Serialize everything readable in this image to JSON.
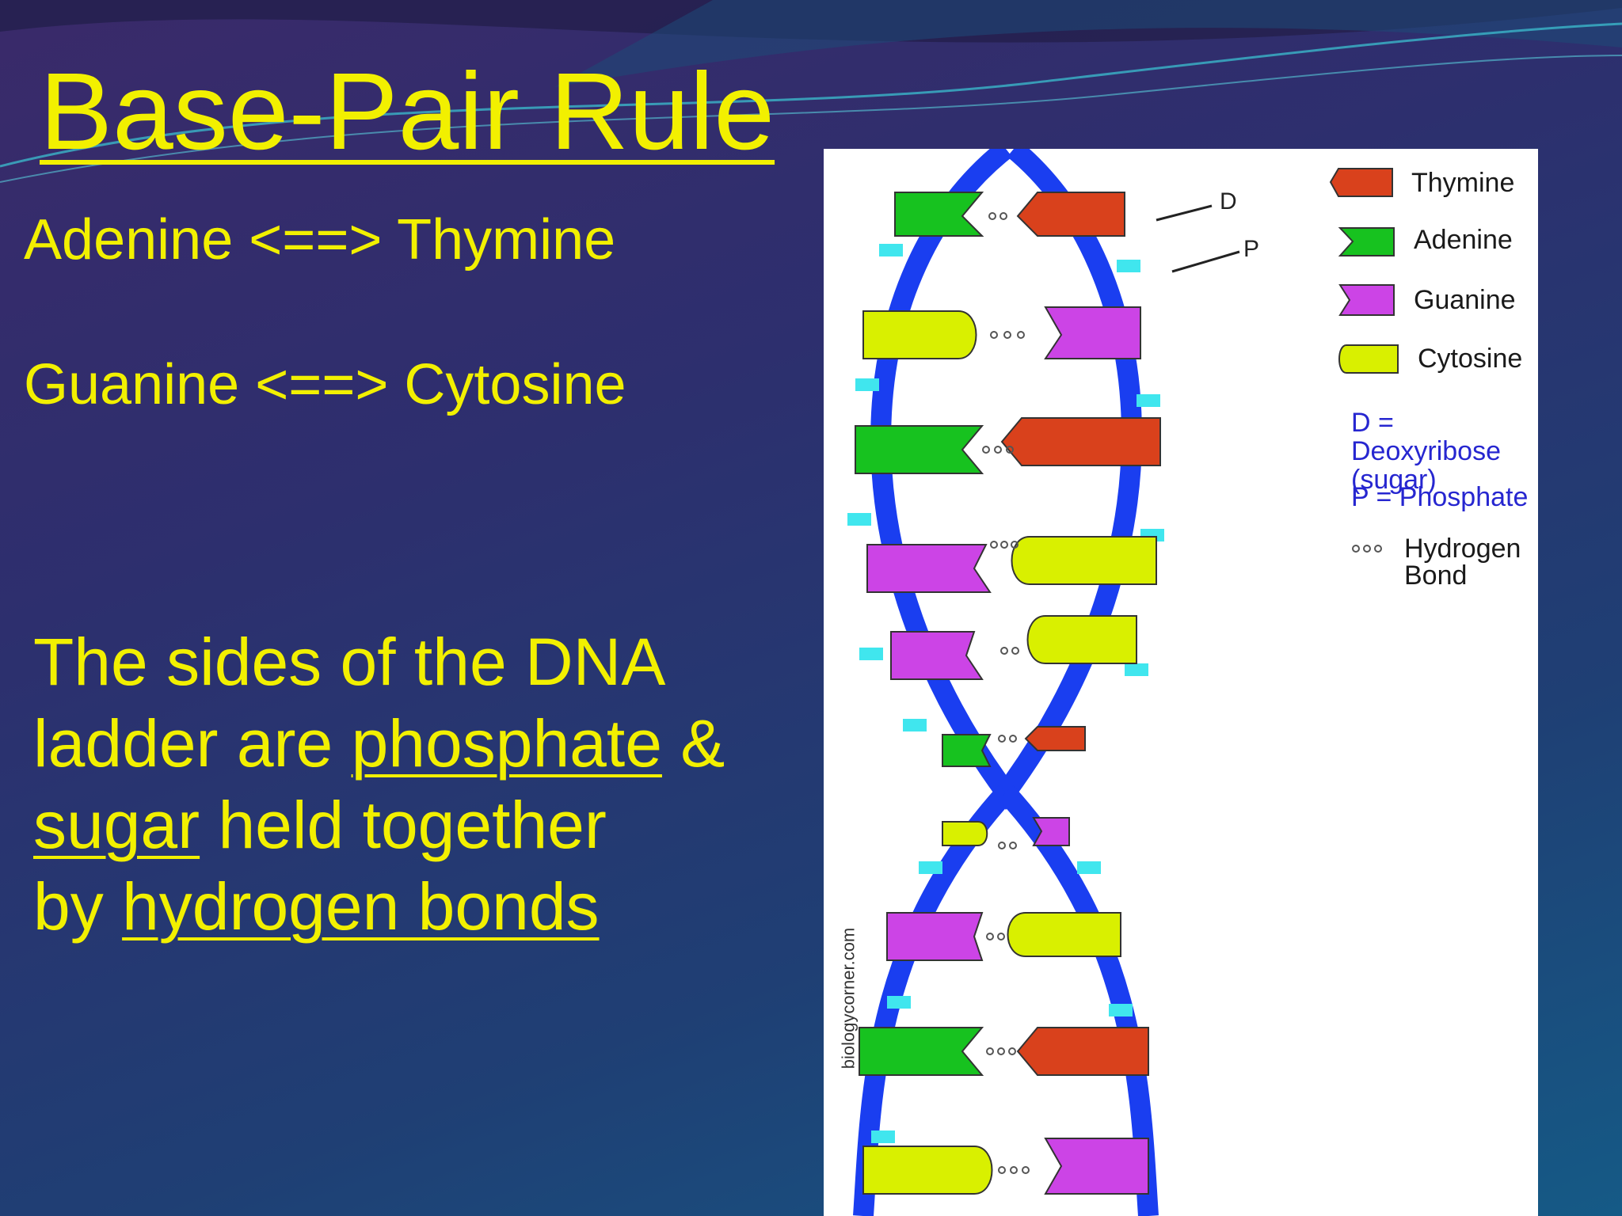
{
  "slide": {
    "title": "Base-Pair Rule",
    "pair1": "Adenine <==> Thymine",
    "pair2": "Guanine <==> Cytosine",
    "body": {
      "t1": "The sides of the DNA",
      "t2": "ladder are ",
      "phosphate": "phosphate",
      "t3": " &",
      "sugar": "sugar",
      "t4": " held together",
      "t5": "by  ",
      "hbonds": "hydrogen bonds"
    }
  },
  "figure": {
    "label_d": "D",
    "label_p": "P",
    "credit": "biologycorner.com",
    "legend": {
      "thymine": "Thymine",
      "adenine": "Adenine",
      "guanine": "Guanine",
      "cytosine": "Cytosine",
      "d_line1": "D = Deoxyribose",
      "d_line2": "(sugar)",
      "p": "P = Phosphate",
      "hb_line1": "Hydrogen",
      "hb_line2": "Bond"
    },
    "colors": {
      "thymine": "#d9411c",
      "adenine": "#17c21f",
      "guanine": "#cc44e6",
      "cytosine": "#d9f000",
      "backbone": "#1a3ef0",
      "phosphate": "#40e6ee"
    }
  }
}
